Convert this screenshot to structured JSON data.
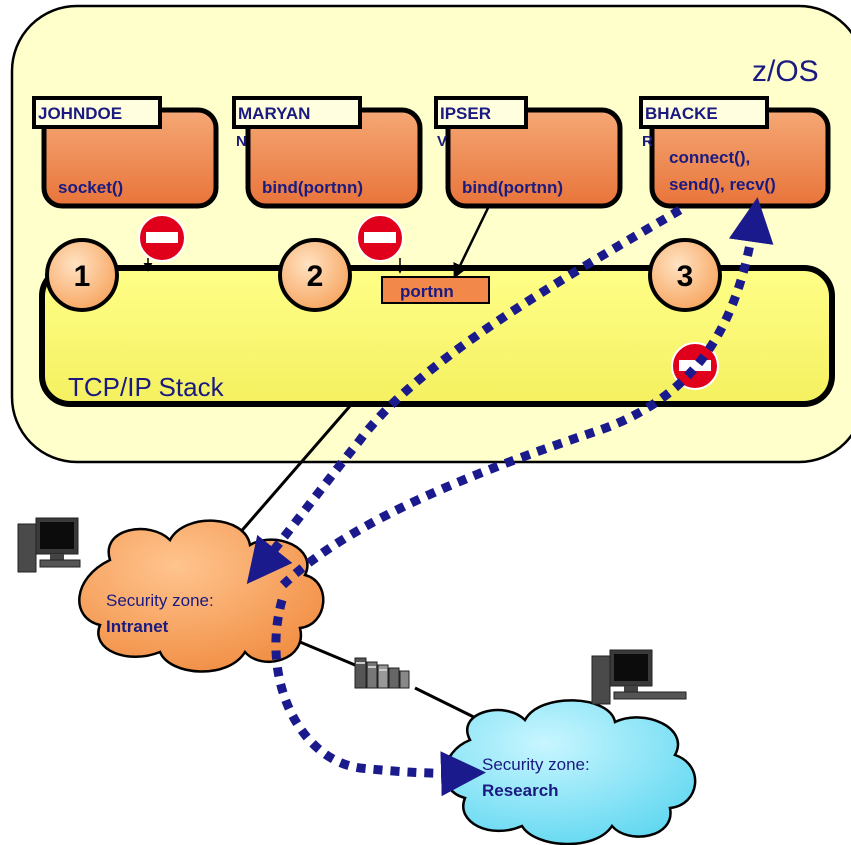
{
  "zos_label": "z/OS",
  "stack_label": "TCP/IP Stack",
  "users": [
    {
      "name": "JOHNDOE",
      "overflow": "",
      "call_lines": [
        "socket()"
      ]
    },
    {
      "name": "MARYAN",
      "overflow": "N",
      "call_lines": [
        "bind(portnn)"
      ]
    },
    {
      "name": "IPSER",
      "overflow": "V",
      "call_lines": [
        "bind(portnn)"
      ]
    },
    {
      "name": "BHACKE",
      "overflow": "R",
      "call_lines": [
        "connect(),",
        "send(), recv()"
      ]
    }
  ],
  "checkpoints": [
    "1",
    "2",
    "3"
  ],
  "port_label": "portnn",
  "zones": [
    {
      "line1": "Security zone:",
      "line2": "Intranet"
    },
    {
      "line1": "Security zone:",
      "line2": "Research"
    }
  ],
  "colors": {
    "zos_fill": "#FFFFCC",
    "stack_fill": "#FFFF66",
    "box_orange": "#F2884A",
    "label_fill": "#FFFFE0",
    "text_navy": "#1A1A80",
    "arrow_navy": "#1A1A8C",
    "circle_fill": "#FBBE85",
    "intranet_cloud": "#F7A15C",
    "research_cloud": "#8CE8F8",
    "no_entry_red": "#E0001B"
  }
}
